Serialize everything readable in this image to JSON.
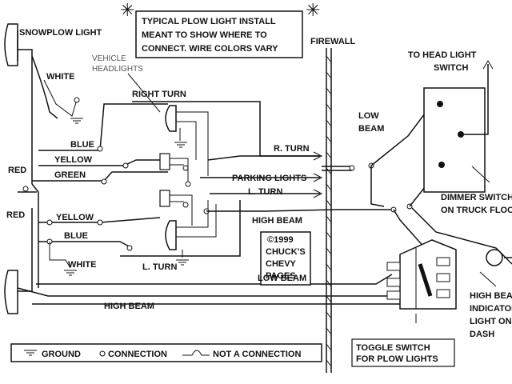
{
  "diagram": {
    "note": [
      "TYPICAL PLOW LIGHT INSTALL",
      "MEANT TO SHOW WHERE TO",
      "CONNECT. WIRE COLORS  VARY"
    ],
    "labels": {
      "snowplow_light": "SNOWPLOW LIGHT",
      "vehicle_headlights": [
        "VEHICLE",
        "HEADLIGHTS"
      ],
      "right_turn": "RIGHT TURN",
      "firewall": "FIREWALL",
      "to_head_light_switch": [
        "TO HEAD LIGHT",
        "SWITCH"
      ],
      "low_beam_top": [
        "LOW",
        "BEAM"
      ],
      "white_top": "WHITE",
      "blue_top": "BLUE",
      "yellow_top": "YELLOW",
      "green": "GREEN",
      "red_top": "RED",
      "red_bottom": "RED",
      "yellow_bottom": "YELLOW",
      "blue_bottom": "BLUE",
      "white_bottom": "WHITE",
      "r_turn": "R. TURN",
      "parking_lights": "PARKING LIGHTS",
      "l_turn_right": "L. TURN",
      "high_beam_mid": "HIGH BEAM",
      "dimmer_switch": [
        "DIMMER SWITCH",
        "ON TRUCK FLOOR"
      ],
      "copyright": [
        "©1999",
        "CHUCK'S",
        "CHEVY",
        "PAGES"
      ],
      "l_turn_bottom": "L. TURN",
      "low_beam_bottom": "LOW BEAM",
      "high_beam_bottom": "HIGH BEAM",
      "high_beam_indicator": [
        "HIGH BEAM",
        "INDICATOR",
        "LIGHT  ON",
        "DASH"
      ],
      "toggle_switch": [
        "TOGGLE SWITCH",
        "FOR PLOW LIGHTS"
      ]
    },
    "legend": {
      "ground": "GROUND",
      "connection": "CONNECTION",
      "not_connection": "NOT A CONNECTION"
    }
  }
}
